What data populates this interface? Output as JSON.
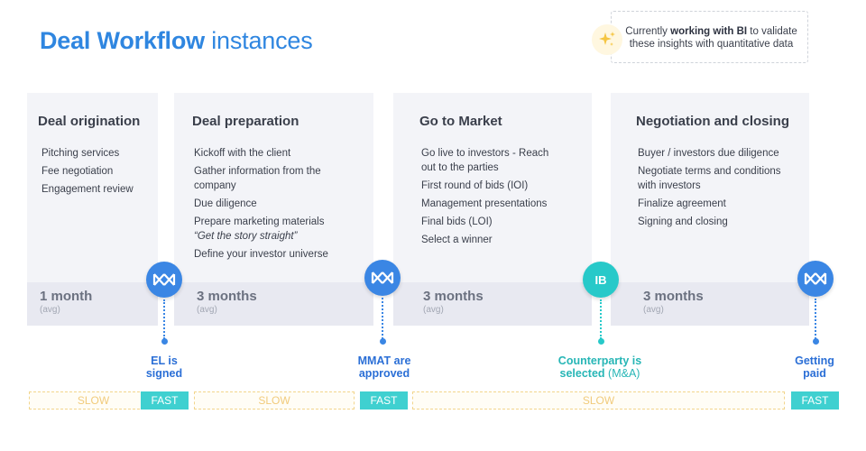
{
  "header": {
    "title_bold": "Deal Workflow",
    "title_light": "instances"
  },
  "note": {
    "prefix": "Currently ",
    "bold": "working with BI",
    "suffix": " to validate these insights with quantitative data"
  },
  "stages": [
    {
      "title": "Deal origination",
      "items": [
        "Pitching services",
        "Fee negotiation",
        "Engagement review"
      ],
      "duration": "1 month",
      "avg": "(avg)"
    },
    {
      "title": "Deal preparation",
      "items": [
        "Kickoff with the client",
        "Gather information from the company",
        "Due diligence"
      ],
      "item_rich_prefix": "Prepare marketing materials ",
      "item_rich_italic": "“Get the story straight”",
      "items_after": [
        "Define your investor universe"
      ],
      "duration": "3 months",
      "avg": "(avg)"
    },
    {
      "title": "Go to Market",
      "items": [
        "Go live to investors - Reach out to the parties",
        "First round of bids (IOI)",
        "Management presentations",
        "Final bids (LOI)",
        "Select a winner"
      ],
      "duration": "3 months",
      "avg": "(avg)"
    },
    {
      "title": "Negotiation and closing",
      "items": [
        "Buyer / investors due diligence",
        "Negotiate terms and conditions with investors",
        "Finalize agreement",
        "Signing and closing"
      ],
      "duration": "3 months",
      "avg": "(avg)"
    }
  ],
  "milestones": [
    {
      "icon": "mmat-logo-icon",
      "line1": "EL is",
      "line2": "signed",
      "color": "#2b6fd6"
    },
    {
      "icon": "mmat-logo-icon",
      "line1": "MMAT are",
      "line2": "approved",
      "color": "#2b6fd6"
    },
    {
      "icon_text": "IB",
      "line1": "Counterparty is",
      "line2": "selected",
      "line2_suffix": " (M&A)",
      "color": "#27b6b6"
    },
    {
      "icon": "mmat-logo-icon",
      "line1": "Getting",
      "line2": "paid",
      "color": "#2b6fd6"
    }
  ],
  "speeds": [
    "SLOW",
    "FAST",
    "SLOW",
    "FAST",
    "SLOW",
    "FAST"
  ],
  "colors": {
    "accent": "#2f86e0",
    "milestone_blue": "#3a86e4",
    "milestone_teal": "#27c9c9",
    "fast": "#3fd0d0",
    "slow_text": "#f1cb7c"
  }
}
